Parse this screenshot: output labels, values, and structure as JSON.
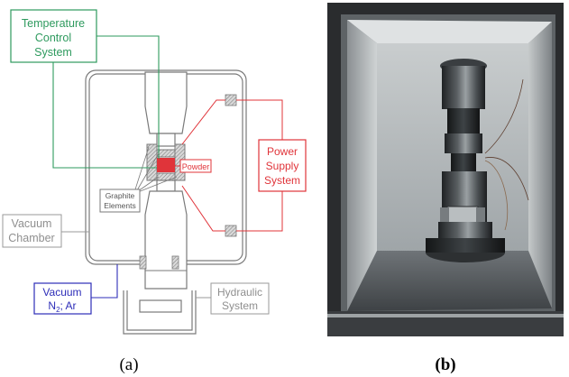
{
  "panel_a": {
    "temperature_control": [
      "Temperature",
      "Control",
      "System"
    ],
    "power_supply": [
      "Power",
      "Supply",
      "System"
    ],
    "powder": "Powder",
    "graphite_elements": [
      "Graphite",
      "Elements"
    ],
    "vacuum_chamber": [
      "Vacuum",
      "Chamber"
    ],
    "vacuum_gas": {
      "line1": "Vacuum",
      "n": "N",
      "sub": "2",
      "rest": "; Ar"
    },
    "hydraulic": [
      "Hydraulic",
      "System"
    ],
    "caption": "(a)"
  },
  "panel_b": {
    "caption": "(b)"
  },
  "colors": {
    "temperature": "#2e9a5e",
    "power": "#e0343a",
    "vacuum_gas": "#2d2db8",
    "gray_label": "#8f8f8f",
    "outline": "#7a7a7a"
  }
}
